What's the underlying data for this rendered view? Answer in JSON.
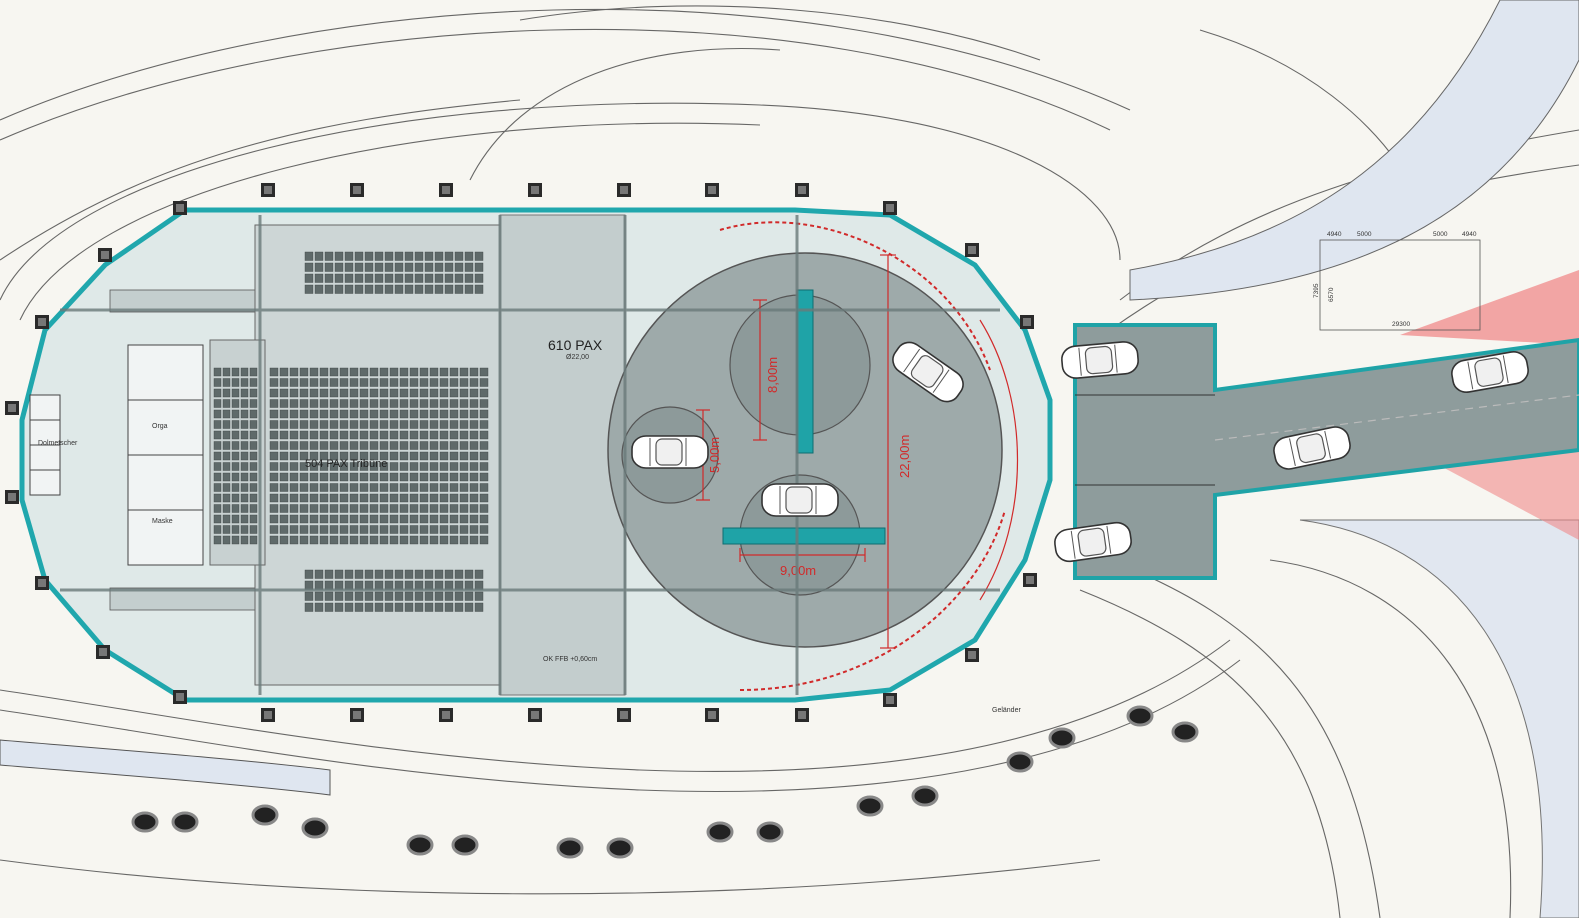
{
  "colors": {
    "background": "#f7f6f1",
    "hall_outline": "#20a7ad",
    "hall_fill": "#dfe9e8",
    "seat_fill": "#c9d3d3",
    "stage_fill": "#9eaaaa",
    "turntable_fill": "#8d9a9a",
    "dimension_red": "#d12a2a",
    "accent_teal": "#1fa3a7",
    "bridge_fill": "#8e9c9c",
    "ramp_blue": "#dfe6f0",
    "red_beam": "#f08a8a"
  },
  "labels": {
    "pax_main": "610 PAX",
    "pax_main_sub": "Ø22,00",
    "pax_tribune": "504 PAX Tribüne",
    "level_note": "OK FFB +0,60cm",
    "room_interpreter": "Dolmetscher",
    "room_office": "Orga",
    "room_makeup": "Maske",
    "rail_label": "Geländer"
  },
  "dimensions": {
    "diameter_large": "22,00m",
    "diameter_upper": "8,00m",
    "diameter_left": "5,00m",
    "width_bottom": "9,00m"
  },
  "top_right_dims": [
    "4940",
    "5000",
    "5000",
    "4940",
    "7395",
    "6570",
    "29300"
  ],
  "icons": {
    "car": "car-top-view-icon",
    "spotlight": "truss-spotlight-icon",
    "seat": "audience-seat-icon",
    "arrow": "north-arrow-icon"
  }
}
